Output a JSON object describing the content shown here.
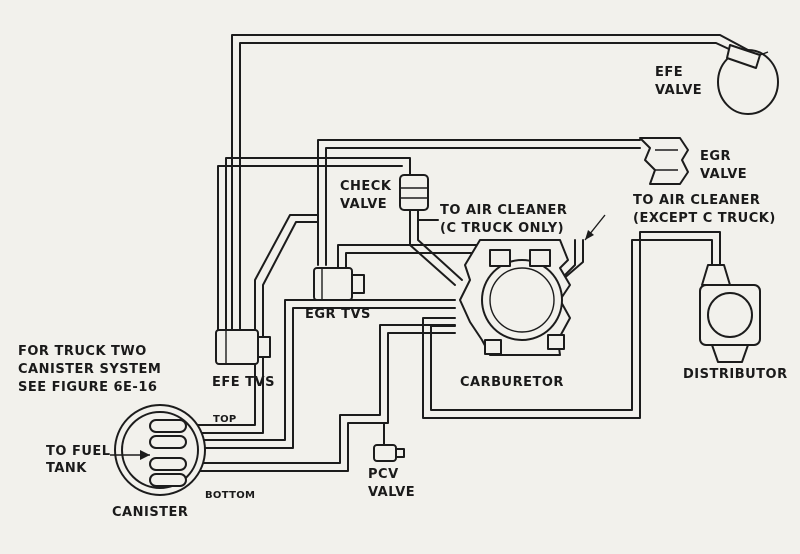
{
  "labels": {
    "efe_valve": [
      "EFE",
      "VALVE"
    ],
    "egr_valve": [
      "EGR",
      "VALVE"
    ],
    "check_valve": [
      "CHECK",
      "VALVE"
    ],
    "air_cleaner_c": [
      "TO AIR CLEANER",
      "(C TRUCK ONLY)"
    ],
    "air_cleaner_except": [
      "TO AIR CLEANER",
      "(EXCEPT C TRUCK)"
    ],
    "egr_tvs": "EGR TVS",
    "note": [
      "FOR TRUCK TWO",
      "CANISTER SYSTEM",
      "SEE FIGURE 6E-16"
    ],
    "efe_tvs": "EFE TVS",
    "carburetor": "CARBURETOR",
    "distributor": "DISTRIBUTOR",
    "top": "TOP",
    "bottom": "BOTTOM",
    "fuel_tank": [
      "TO FUEL",
      "TANK"
    ],
    "canister": "CANISTER",
    "pcv_valve": [
      "PCV",
      "VALVE"
    ]
  }
}
